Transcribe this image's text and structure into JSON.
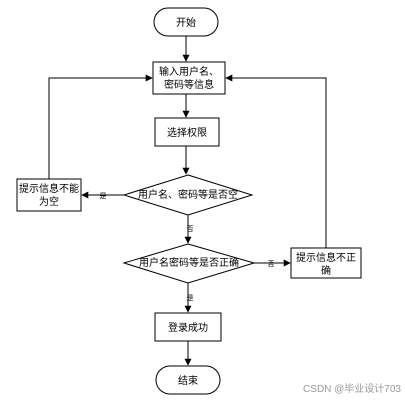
{
  "flowchart": {
    "start": "开始",
    "input": [
      "输入用户名、",
      "密码等信息"
    ],
    "select_permission": "选择权限",
    "check_empty": "用户名、密码等是否空",
    "check_correct": "用户名密码等是否正确",
    "prompt_empty": [
      "提示信息不能",
      "为空"
    ],
    "prompt_incorrect": [
      "提示信息不正",
      "确"
    ],
    "login_success": "登录成功",
    "end": "结束",
    "edge_yes": "是",
    "edge_no": "否"
  },
  "watermark": "CSDN @毕业设计703"
}
